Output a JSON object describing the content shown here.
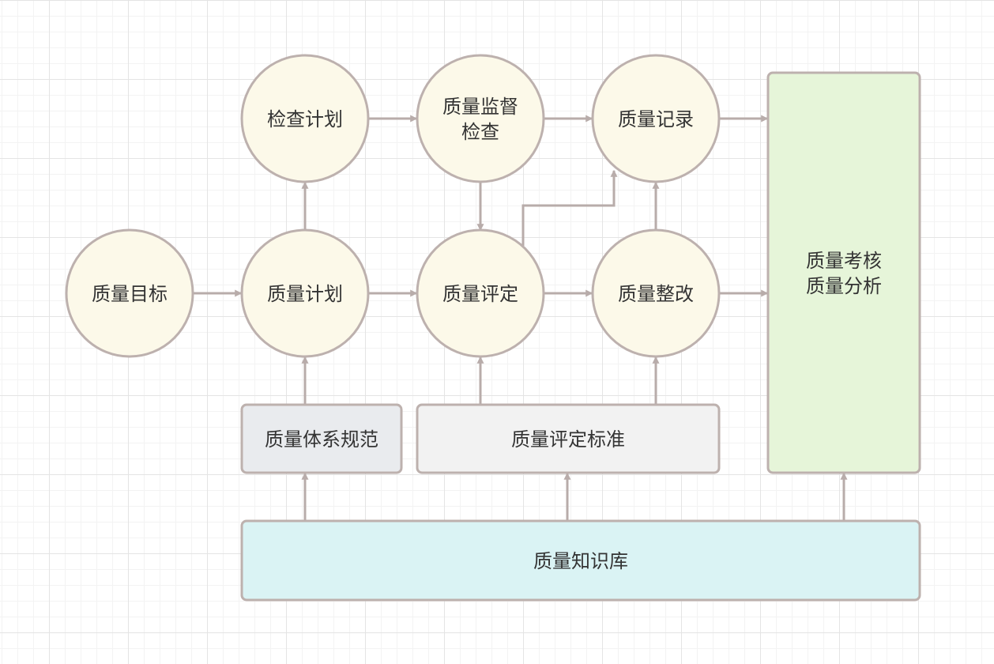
{
  "nodes": {
    "quality_goal": "质量目标",
    "inspection_plan": "检查计划",
    "supervision_line1": "质量监督",
    "supervision_line2": "检查",
    "quality_record": "质量记录",
    "quality_plan": "质量计划",
    "quality_evaluation": "质量评定",
    "quality_rectification": "质量整改",
    "assessment_line1": "质量考核",
    "assessment_line2": "质量分析",
    "system_standard": "质量体系规范",
    "evaluation_standard": "质量评定标准",
    "knowledge_base": "质量知识库"
  },
  "colors": {
    "circle_fill": "#fcf9e9",
    "stroke": "#bdb1ae",
    "arrow": "#b8acaa",
    "assessment_fill": "#e6f5d9",
    "system_standard_fill": "#e9ebee",
    "evaluation_standard_fill": "#f2f2f2",
    "knowledge_base_fill": "#daf3f4",
    "text": "#333333"
  }
}
